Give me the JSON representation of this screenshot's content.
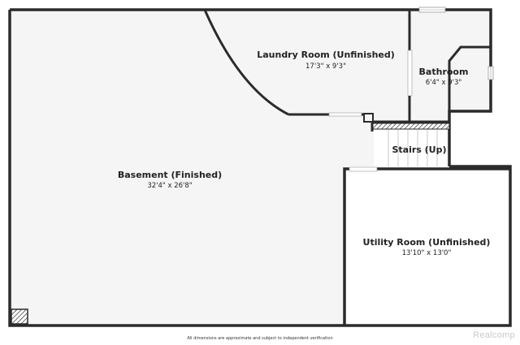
{
  "colors": {
    "wall": "#2b2b2b",
    "floor": "#f5f5f5",
    "window": "#ffffff"
  },
  "rooms": {
    "basement": {
      "name": "Basement (Finished)",
      "dims": "32'4\" x 26'8\""
    },
    "laundry": {
      "name": "Laundry Room (Unfinished)",
      "dims": "17'3\" x 9'3\""
    },
    "bathroom": {
      "name": "Bathroom",
      "dims": "6'4\" x 9'3\""
    },
    "stairs": {
      "name": "Stairs (Up)"
    },
    "utility": {
      "name": "Utility Room (Unfinished)",
      "dims": "13'10\" x 13'0\""
    }
  },
  "disclaimer": "All dimensions are approximate and subject to independent verification",
  "watermark": "Realcomp"
}
